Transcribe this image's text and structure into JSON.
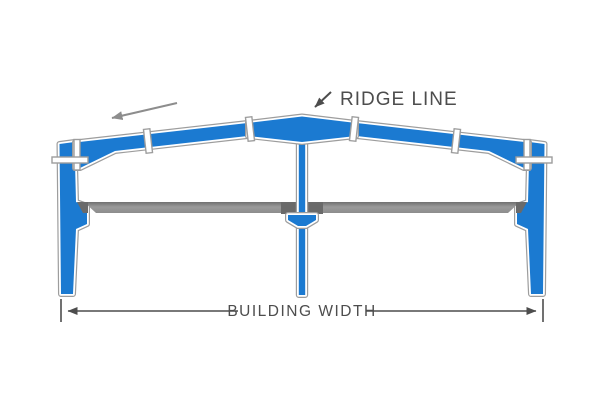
{
  "diagram": {
    "type": "steel-building-cross-section",
    "labels": {
      "ridge_line": "RIDGE LINE",
      "building_width": "BUILDING WIDTH"
    },
    "colors": {
      "frame_blue": "#1b7ad1",
      "member_outline_gray": "#9d9d9d",
      "beam_gray_light": "#9a9a9a",
      "beam_gray_dark": "#707070",
      "connection_dark_gray": "#6a6a6a",
      "annotation_gray": "#4d4d4d",
      "slope_arrow_gray": "#8d8d8d",
      "background_white": "#ffffff"
    },
    "icons": {
      "slope_direction": "slope-direction-arrow",
      "ridge_pointer": "ridge-pointer-arrow",
      "dimension_left": "dimension-arrow-left",
      "dimension_right": "dimension-arrow-right"
    }
  }
}
